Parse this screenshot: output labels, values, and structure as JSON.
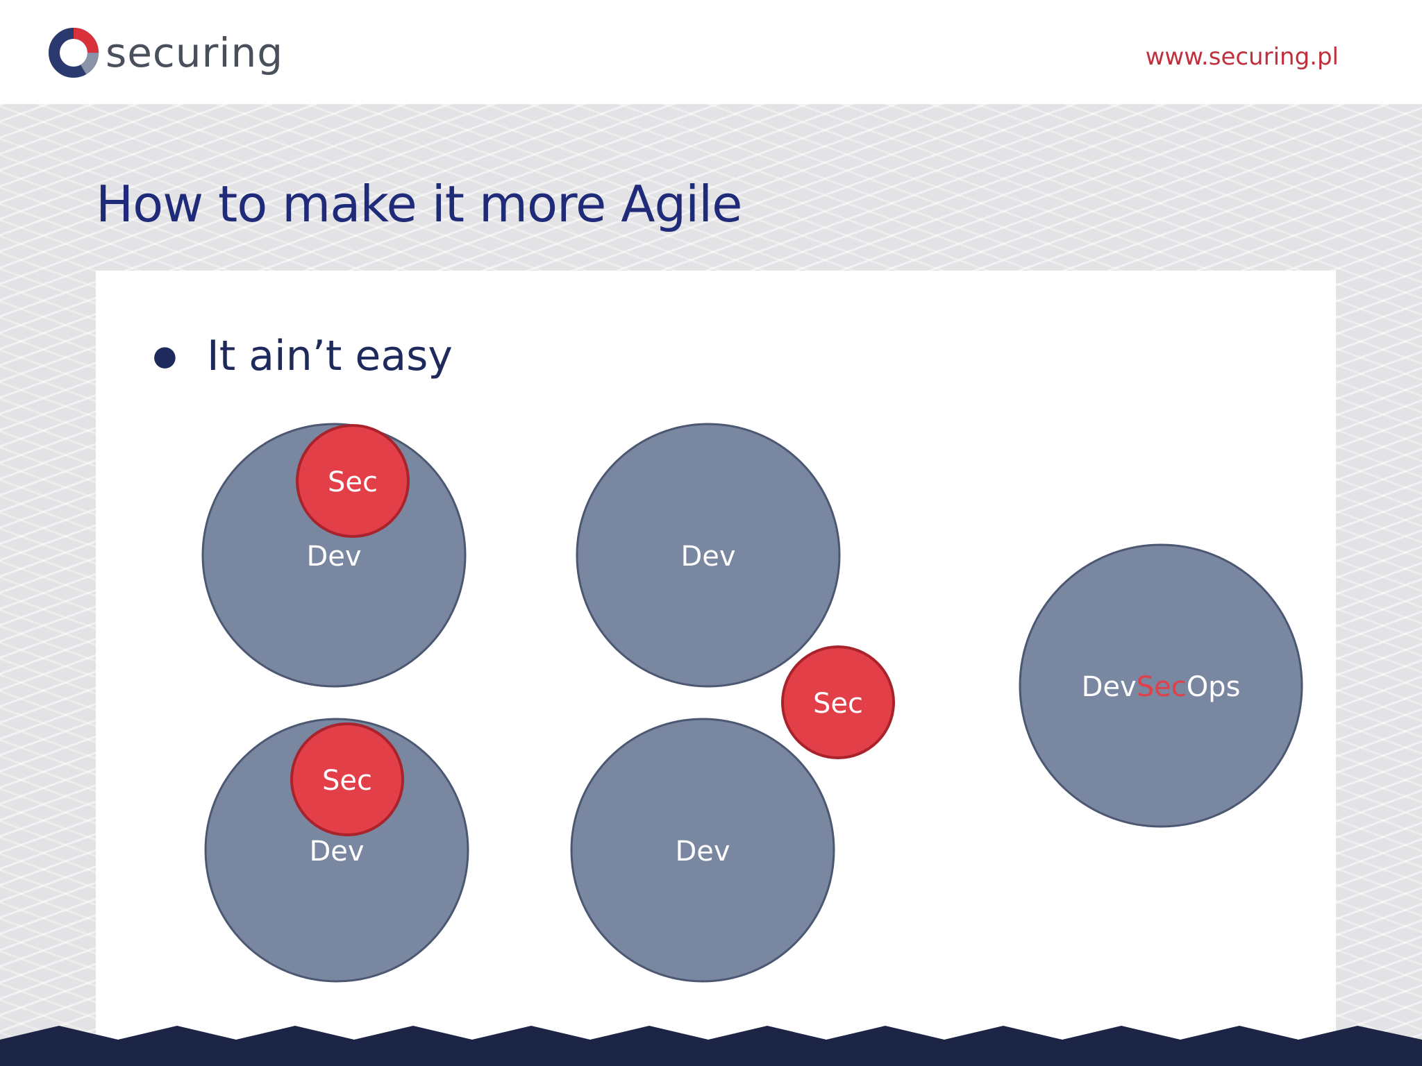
{
  "header": {
    "logo_text": "securing",
    "url": "www.securing.pl"
  },
  "slide": {
    "title": "How to make it more Agile",
    "bullet": "It ain’t easy"
  },
  "diagram": {
    "dev_label": "Dev",
    "sec_label": "Sec",
    "devsecops": {
      "prefix": "Dev",
      "middle": "Sec",
      "suffix": "Ops"
    }
  },
  "colors": {
    "dev_fill": "#7987a1",
    "dev_stroke": "#4c5872",
    "sec_fill": "#e23f48",
    "sec_stroke": "#a8232b",
    "title": "#1f2a78",
    "brand_red": "#c0303c",
    "footer": "#1c2545"
  }
}
